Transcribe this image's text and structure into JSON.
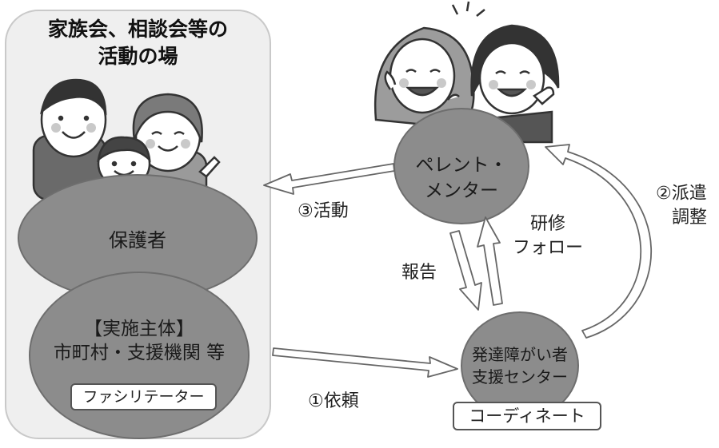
{
  "panel": {
    "title_line1": "家族会、相談会等の",
    "title_line2": "活動の場"
  },
  "nodes": {
    "guardians": "保護者",
    "implementer_line1": "【実施主体】",
    "implementer_line2": "市町村・支援機関 等",
    "facilitator": "ファシリテーター",
    "mentor_line1": "ペレント・",
    "mentor_line2": "メンター",
    "center_line1": "発達障がい者",
    "center_line2": "支援センター",
    "coordinate": "コーディネート"
  },
  "arrows": {
    "activity": "③活動",
    "request": "①依頼",
    "dispatch_line1": "②派遣",
    "dispatch_line2": "調整",
    "report": "報告",
    "training_line1": "研修",
    "training_line2": "フォロー"
  },
  "colors": {
    "circle_fill": "#8c8c8c",
    "panel_bg": "#efefef"
  }
}
